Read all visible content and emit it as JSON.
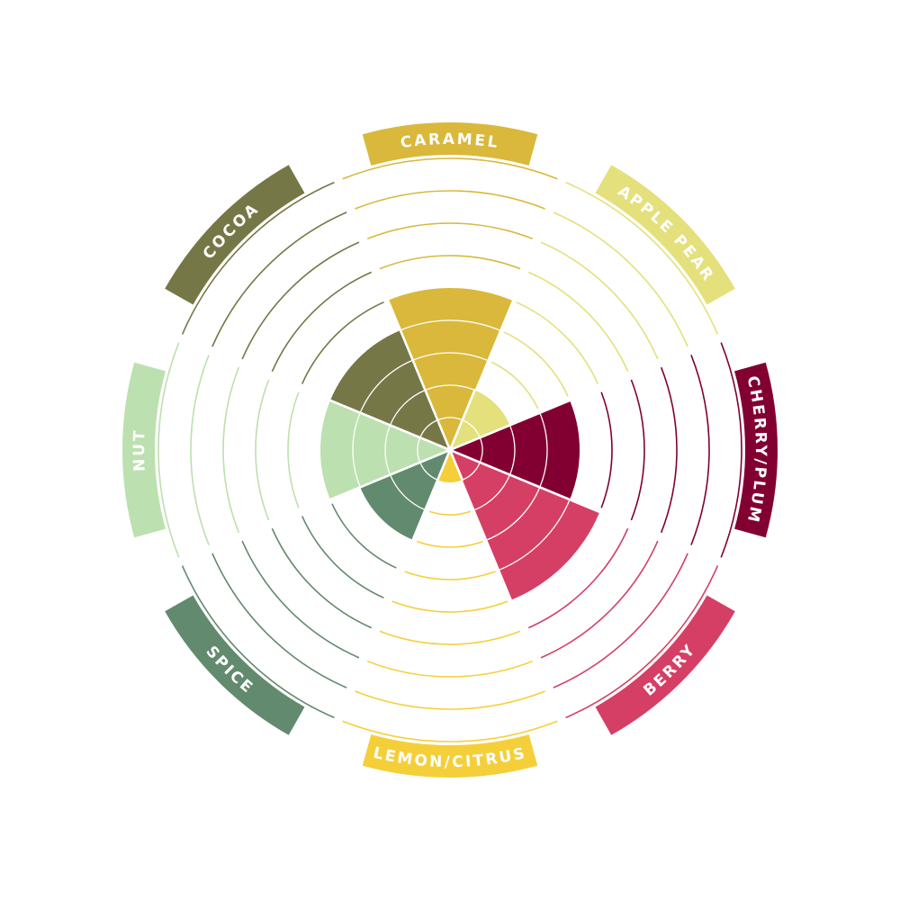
{
  "chart_data": {
    "type": "radial-bar",
    "title": "",
    "scale": {
      "min": 0,
      "max": 9,
      "rings": [
        1,
        2,
        3,
        4,
        5,
        6,
        7,
        8,
        9
      ]
    },
    "categories": [
      "CARAMEL",
      "APPLE PEAR",
      "CHERRY/PLUM",
      "BERRY",
      "LEMON/CITRUS",
      "SPICE",
      "NUT",
      "COCOA"
    ],
    "values": [
      5,
      2,
      4,
      5,
      1,
      3,
      4,
      4
    ],
    "colors": [
      "#D9B83B",
      "#E4E07C",
      "#820031",
      "#D53F65",
      "#F5CF3A",
      "#628A6E",
      "#BCE0AF",
      "#767746"
    ],
    "legend_position": "outer-ring"
  }
}
